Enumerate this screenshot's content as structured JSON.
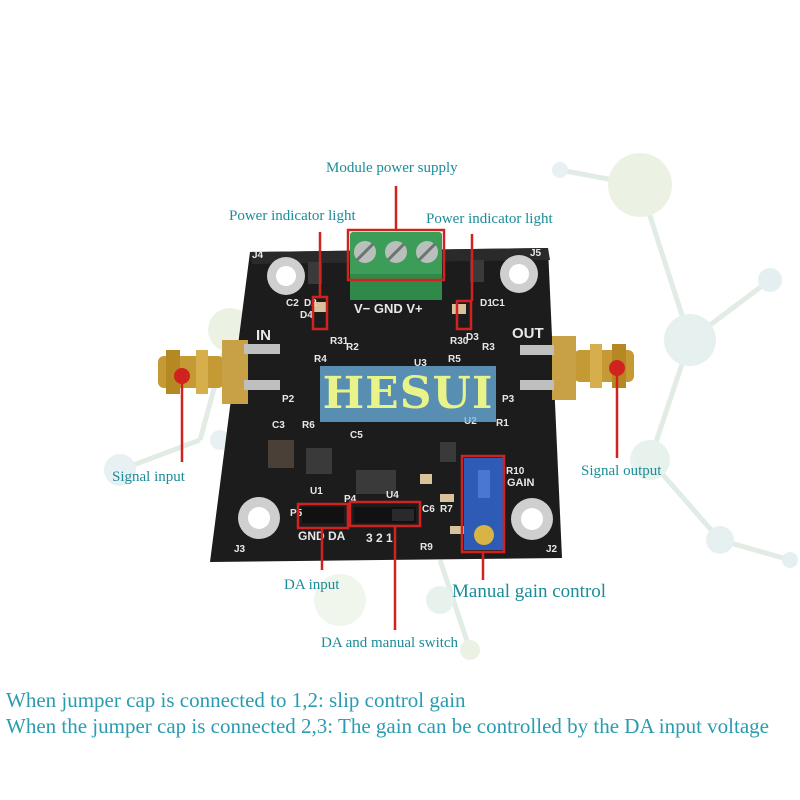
{
  "labels": {
    "module_power": "Module power supply",
    "power_led_left": "Power indicator light",
    "power_led_right": "Power indicator light",
    "signal_input": "Signal input",
    "signal_output": "Signal output",
    "da_input": "DA input",
    "da_switch": "DA and manual switch",
    "manual_gain": "Manual gain control"
  },
  "watermark": "HESUI",
  "board": {
    "in": "IN",
    "out": "OUT",
    "power_pins": "V−  GND V+",
    "gnd_da": "GND DA",
    "jumper_pins": "3  2  1",
    "gain": "GAIN",
    "refs": [
      "J4",
      "J5",
      "J3",
      "J2",
      "P2",
      "P3",
      "P4",
      "P5",
      "R4",
      "R2",
      "R5",
      "R3",
      "R6",
      "R1",
      "R7",
      "R9",
      "R10",
      "R31",
      "R30",
      "D4",
      "D3",
      "D2",
      "C2",
      "D1",
      "C1",
      "C3",
      "C5",
      "C6",
      "U1",
      "U3",
      "U4",
      "U2"
    ]
  },
  "notes": [
    "When jumper cap is connected to 1,2: slip control gain",
    "When the jumper cap is connected 2,3: The gain can be controlled by the DA input voltage"
  ],
  "colors": {
    "label": "#1b8c98",
    "note": "#2a9bb0",
    "callout": "#d0221e",
    "pcb": "#1a1a1a",
    "terminal": "#3b9d58"
  }
}
